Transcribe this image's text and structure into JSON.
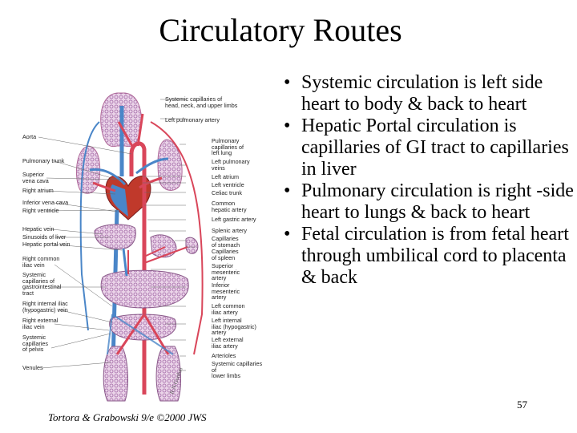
{
  "title": "Circulatory Routes",
  "diagram": {
    "right_labels": [
      "Systemic capillaries of\nhead, neck, and upper limbs",
      "Left pulmonary artery",
      "Pulmonary\ncapillaries of\nleft lung",
      "Left pulmonary\nveins",
      "Left atrium",
      "Left ventricle",
      "Celiac trunk",
      "Common\nhepatic artery",
      "Left gastric artery",
      "Splenic artery",
      "Capillaries\nof stomach",
      "Capillaries\nof spleen",
      "Superior\nmesenteric\nartery",
      "Inferior\nmesenteric\nartery",
      "Left common\niliac artery",
      "Left internal\niliac (hypogastric)\nartery",
      "Left external\niliac artery",
      "Arterioles",
      "Systemic capillaries of\nlower limbs"
    ],
    "left_labels": [
      "Aorta",
      "Pulmonary trunk",
      "Superior\nvena cava",
      "Right atrium",
      "Inferior vena cava",
      "Right ventricle",
      "Hepatic vein",
      "Sinusoids of liver",
      "Hepatic portal vein",
      "Right common\niliac vein",
      "Systemic\ncapillaries of\ngastrointestinal\ntract",
      "Right internal iliac\n(hypogastric) vein",
      "Right external\niliac vein",
      "Systemic\ncapillaries\nof pelvis",
      "Venules"
    ],
    "signature": "R.N.Gordon",
    "colors": {
      "artery": "#d9465a",
      "vein": "#4a86c8",
      "capillary_artery": "#e07a9a",
      "capillary_vein": "#8fb3dd"
    }
  },
  "caption": "Tortora & Grabowski 9/e ©2000 JWS",
  "bullets": [
    "Systemic circulation is left side heart to body & back to heart",
    "Hepatic Portal circulation is capillaries of GI tract to capillaries in liver",
    "Pulmonary circulation is right -side heart to lungs & back to heart",
    "Fetal circulation is from fetal heart through umbilical cord to placenta & back"
  ],
  "bullet_symbol": "•",
  "page_number": "57"
}
